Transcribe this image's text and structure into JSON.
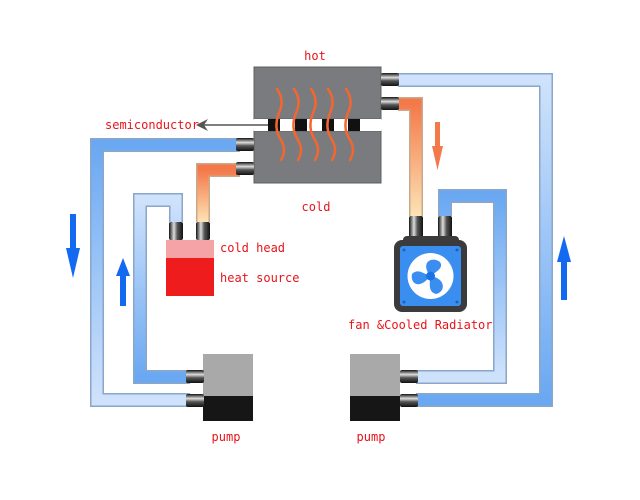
{
  "labels": {
    "hot": "hot",
    "cold": "cold",
    "semiconductor": "semiconductor",
    "cold_head": "cold head",
    "heat_source": "heat source",
    "radiator": "fan &Cooled Radiator",
    "pump_left": "pump",
    "pump_right": "pump"
  },
  "colors": {
    "label": "#e8141b",
    "peltier_plate": "#7a7b7f",
    "hot_pipe": "#f4794a",
    "cool_pipe_dark": "#6aa8f2",
    "cool_pipe_light": "#cfe2fb",
    "arrow_blue": "#1369f0",
    "arrow_orange": "#f4794a",
    "heat_source": "#ee1c1c",
    "cold_head": "#f5a3a6",
    "radiator_body": "#3b3b3d",
    "radiator_face": "#3a8ef0"
  }
}
